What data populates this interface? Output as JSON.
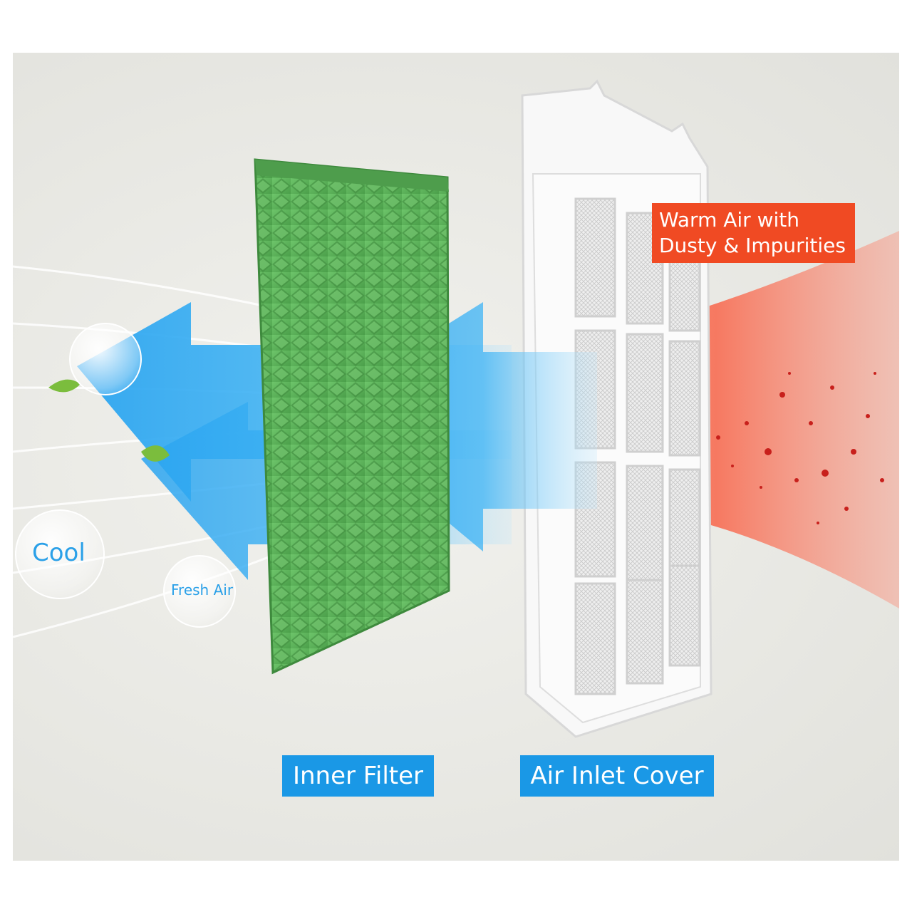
{
  "labels": {
    "warm_air": "Warm Air with Dusty & Impurities",
    "cool": "Cool",
    "fresh_air": "Fresh Air",
    "inner_filter": "Inner Filter",
    "air_inlet_cover": "Air Inlet Cover"
  },
  "colors": {
    "label_blue": "#1a98e6",
    "label_orange": "#f04a23",
    "arrow_blue": "#2aa4f0",
    "filter_green": "#5fb55c",
    "warm_red": "#f26a4f",
    "bubble_text": "#2aa0e8"
  }
}
